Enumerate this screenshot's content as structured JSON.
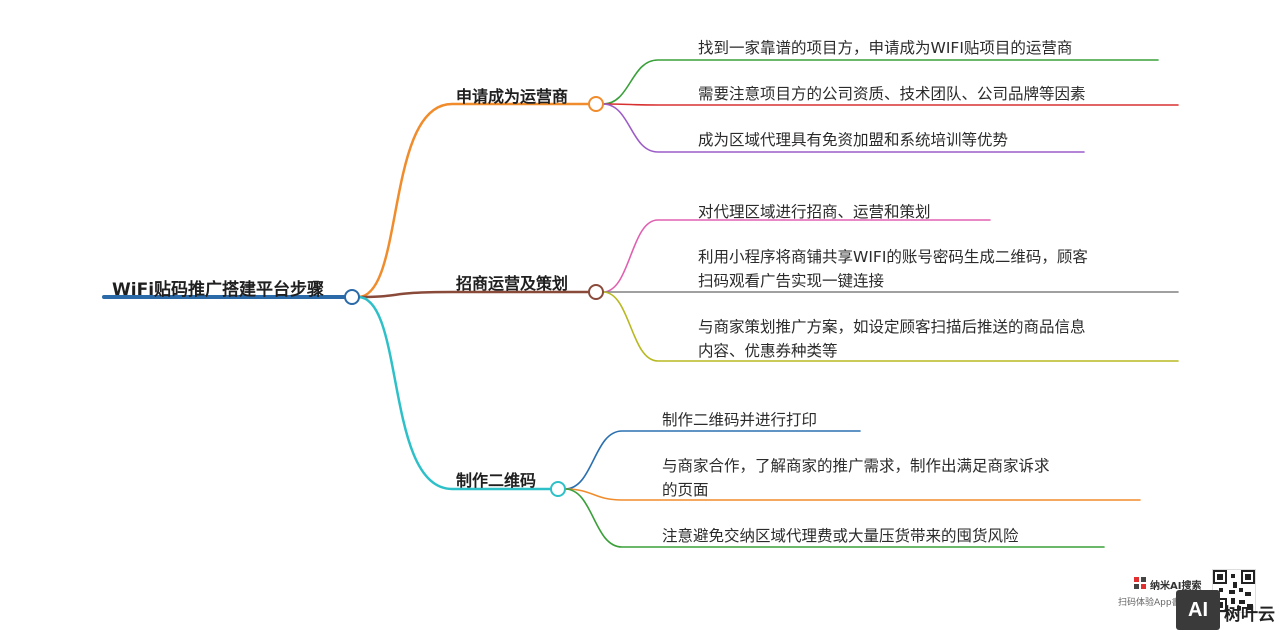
{
  "mindmap": {
    "root": "WiFi贴码推广搭建平台步骤",
    "branches": [
      {
        "label": "申请成为运营商",
        "color": "#f08c2c",
        "leaves": [
          {
            "lines": [
              "找到一家靠谱的项目方，申请成为WIFI贴项目的运营商"
            ],
            "color": "#3aa03a"
          },
          {
            "lines": [
              "需要注意项目方的公司资质、技术团队、公司品牌等因素"
            ],
            "color": "#d83030"
          },
          {
            "lines": [
              "成为区域代理具有免资加盟和系统培训等优势"
            ],
            "color": "#9c5cc8"
          }
        ]
      },
      {
        "label": "招商运营及策划",
        "color": "#8a4a3a",
        "leaves": [
          {
            "lines": [
              "对代理区域进行招商、运营和策划"
            ],
            "color": "#e060b0"
          },
          {
            "lines": [
              "利用小程序将商铺共享WIFI的账号密码生成二维码，顾客",
              "扫码观看广告实现一键连接"
            ],
            "color": "#808080"
          },
          {
            "lines": [
              "与商家策划推广方案，如设定顾客扫描后推送的商品信息",
              "内容、优惠券种类等"
            ],
            "color": "#b8b820"
          }
        ]
      },
      {
        "label": "制作二维码",
        "color": "#2ec0c8",
        "leaves": [
          {
            "lines": [
              "制作二维码并进行打印"
            ],
            "color": "#2a70b0"
          },
          {
            "lines": [
              "与商家合作，了解商家的推广需求，制作出满足商家诉求",
              "的页面"
            ],
            "color": "#f08c2c"
          },
          {
            "lines": [
              "注意避免交纳区域代理费或大量压货带来的囤货风险"
            ],
            "color": "#3aa03a"
          }
        ]
      }
    ]
  },
  "watermark": {
    "product": "纳米AI搜索",
    "caption": "扫码体验App書",
    "badge": "AI",
    "brand": "树叶云"
  }
}
